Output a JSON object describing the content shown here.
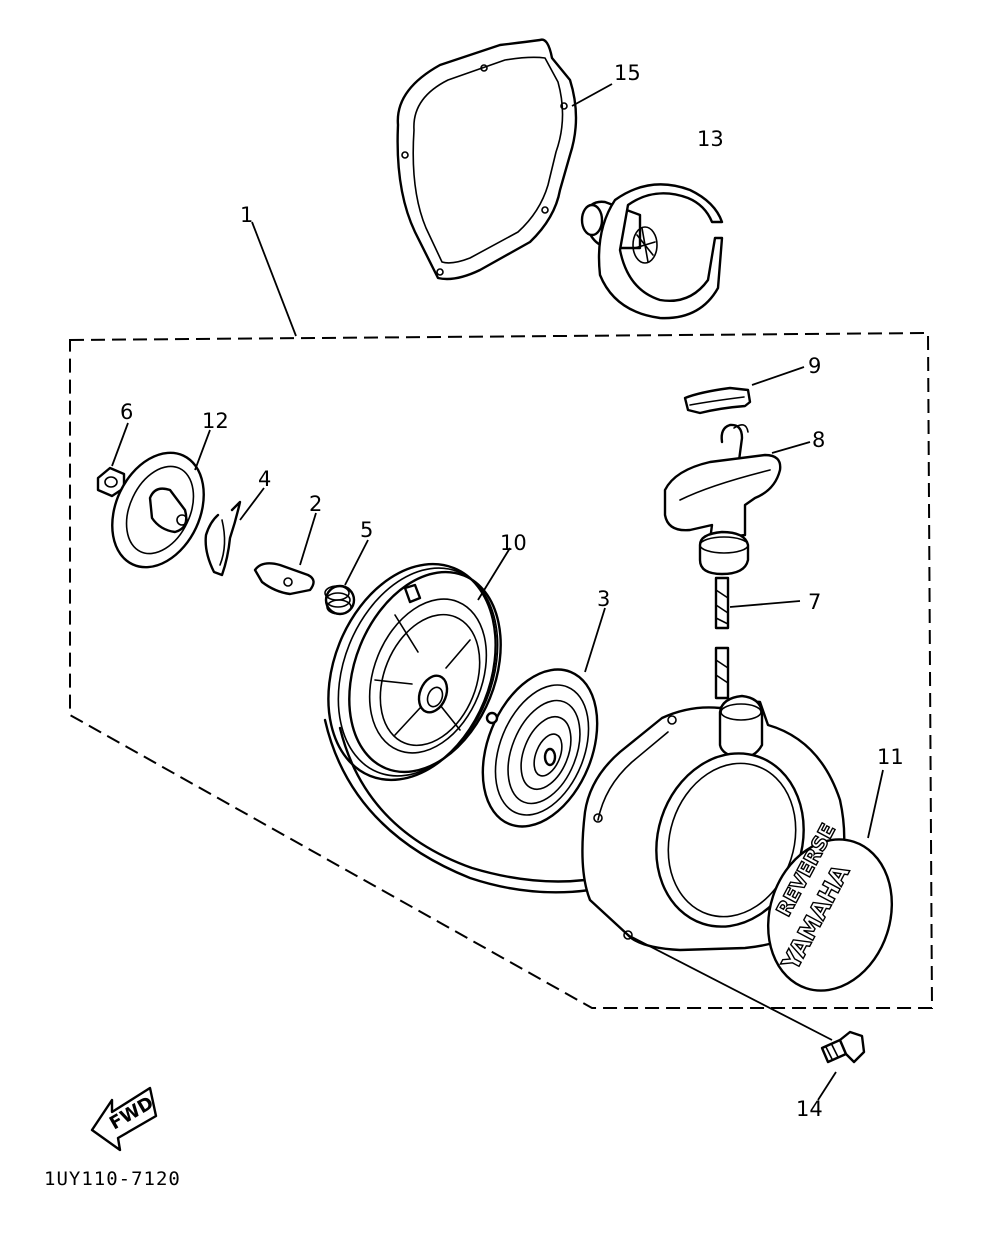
{
  "diagram": {
    "callouts": {
      "c1": "1",
      "c2": "2",
      "c3": "3",
      "c4": "4",
      "c5": "5",
      "c6": "6",
      "c7": "7",
      "c8": "8",
      "c9": "9",
      "c10": "10",
      "c11": "11",
      "c12": "12",
      "c13": "13",
      "c14": "14",
      "c15": "15"
    },
    "fwd_label": "FWD",
    "part_code": "1UY110-7120",
    "emblem_brand": "YAMAHA",
    "emblem_word": "REVERSE"
  }
}
